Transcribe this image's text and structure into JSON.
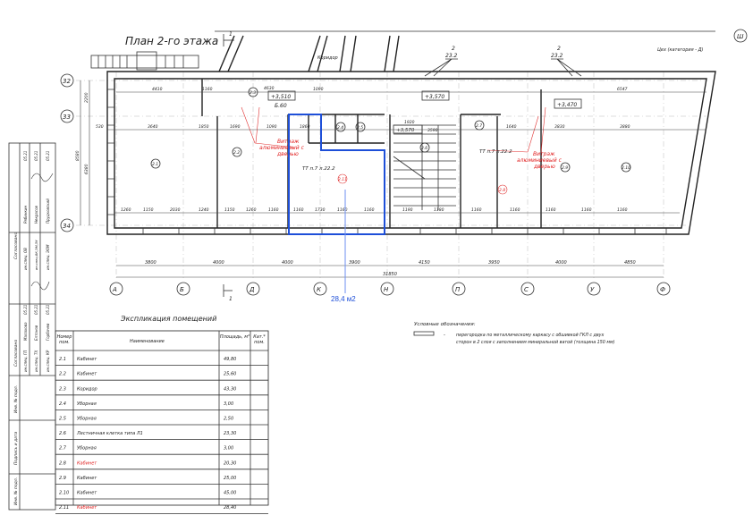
{
  "plan": {
    "title": "План 2-го этажа",
    "section_mark": "1",
    "corridor_label": "Коридор",
    "workshop_label": "Цех (категория - Д)",
    "level_marks": [
      "+3,510",
      "+3,570",
      "+3,470",
      "+3,570"
    ],
    "level_sub": "Б.60",
    "window_tags": [
      "2",
      "23.2"
    ],
    "axis_rows": [
      "32",
      "33",
      "34"
    ],
    "axis_cols": [
      "А",
      "Б",
      "Д",
      "К",
      "Н",
      "П",
      "С",
      "У",
      "Ф"
    ],
    "axis_corner": "Ш",
    "col_dims": [
      "3800",
      "4000",
      "4000",
      "3900",
      "4150",
      "3950",
      "4000",
      "4850"
    ],
    "total_dim": "31850",
    "left_dims": [
      "2200",
      "6380",
      "8580"
    ],
    "top_dims": [
      "4410",
      "1160",
      "4630",
      "1090",
      "6547",
      "3640",
      "1850",
      "1690",
      "1090",
      "1860",
      "1920",
      "3590",
      "1640",
      "3830",
      "3880",
      "530"
    ],
    "bottom_dims": [
      "1260",
      "1150",
      "2030",
      "1240",
      "1150",
      "1260",
      "1160",
      "1160",
      "1730",
      "1160",
      "1160",
      "1190",
      "1180",
      "1160",
      "1160",
      "1160",
      "1160",
      "1160"
    ],
    "rooms": [
      "2.1",
      "2.2",
      "2.3",
      "2.4",
      "2.5",
      "2.6",
      "2.7",
      "2.8",
      "2.9",
      "2.10",
      "2.11"
    ],
    "red_note": [
      "Витраж",
      "алюминиевый с",
      "дверью"
    ],
    "tt_label": "ТТ п.7 л.22.2",
    "highlight_area": "28,4 м2",
    "highlight_color": "#1e4fd8"
  },
  "legend": {
    "title": "Условные обозначения:",
    "dash": "-",
    "line1": "перегородка по металлическому каркасу с обшивкой ГКЛ с двух",
    "line2": "сторон в 2 слоя с заполнением минеральной ватой (толщина 150 мм)"
  },
  "explication": {
    "title": "Экспликация помещений",
    "headers": [
      "Номер пом.",
      "Наименование",
      "Площадь, м²",
      "Кат.* пом."
    ],
    "rows": [
      {
        "num": "2.1",
        "name": "Кабинет",
        "area": "49,80",
        "red": false
      },
      {
        "num": "2.2",
        "name": "Кабинет",
        "area": "25,60",
        "red": false
      },
      {
        "num": "2.3",
        "name": "Коридор",
        "area": "43,30",
        "red": false
      },
      {
        "num": "2.4",
        "name": "Уборная",
        "area": "3,00",
        "red": false
      },
      {
        "num": "2.5",
        "name": "Уборная",
        "area": "2,50",
        "red": false
      },
      {
        "num": "2.6",
        "name": "Лестничная клетка типа Л1",
        "area": "23,30",
        "red": false
      },
      {
        "num": "2.7",
        "name": "Уборная",
        "area": "3,00",
        "red": false
      },
      {
        "num": "2.8",
        "name": "Кабинет",
        "area": "20,30",
        "red": true
      },
      {
        "num": "2.9",
        "name": "Кабинет",
        "area": "25,00",
        "red": false
      },
      {
        "num": "2.10",
        "name": "Кабинет",
        "area": "45,00",
        "red": false
      },
      {
        "num": "2.11",
        "name": "Кабинет",
        "area": "28,40",
        "red": true
      }
    ]
  },
  "stamp": {
    "inv_podl": "Инв. № подл.",
    "podpis": "Подпись и дата",
    "inv_podl2": "Инв. № подл.",
    "soglas": "Согласовано",
    "soglas2": "Согласовано",
    "rows1": [
      [
        "ин.спец. ГП",
        "Малахова",
        "05.21"
      ],
      [
        "ин.спец. ТХ",
        "Елтонов",
        "05.21"
      ],
      [
        "ин.спец. КР",
        "Горбачев",
        "05.21"
      ]
    ],
    "rows2": [
      [
        "ин.спец. ОВ",
        "Рябинкин",
        "05.21"
      ],
      [
        "ин.спец.ВК,ЭМ,ЭУ",
        "Некрасов",
        "05.21"
      ],
      [
        "ин.спец. ЭОМ",
        "Прудковский",
        "05.21"
      ]
    ]
  }
}
